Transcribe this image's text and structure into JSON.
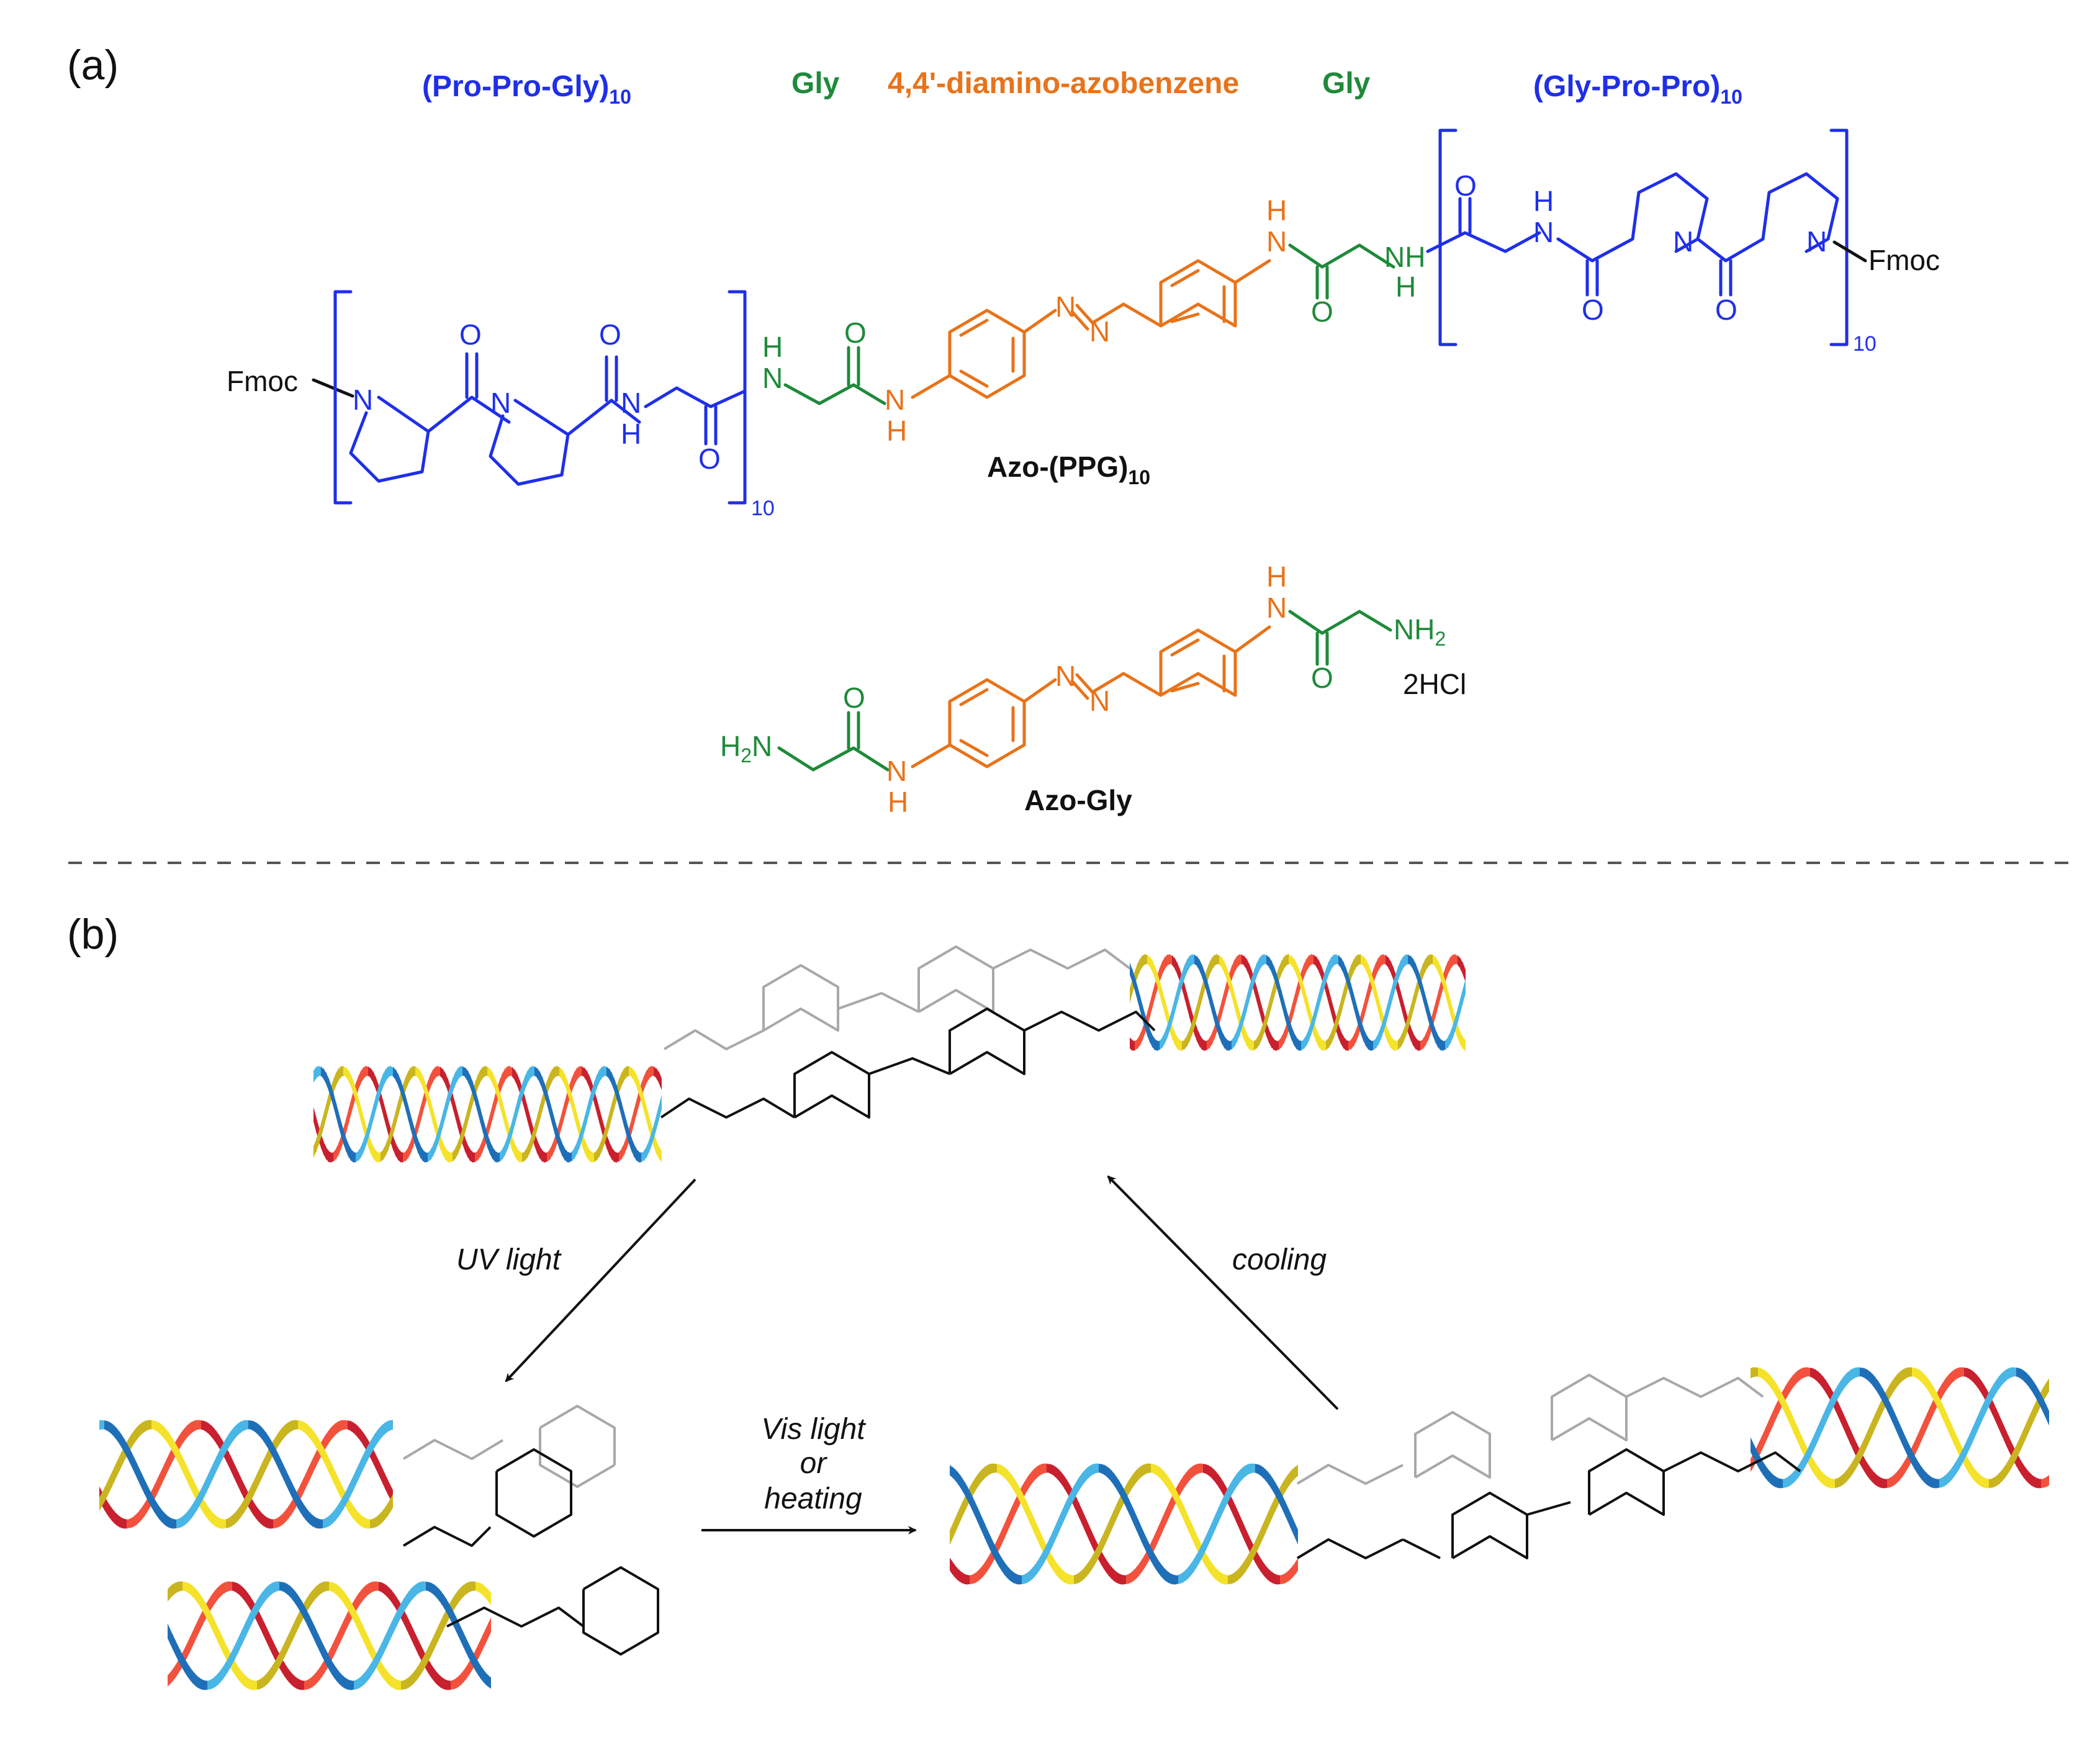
{
  "panel_a": {
    "label": "(a)",
    "segments": {
      "ppg": "(Pro-Pro-Gly)",
      "ppg_sub": "10",
      "gly_left": "Gly",
      "azo": "4,4'-diamino-azobenzene",
      "gly_right": "Gly",
      "gpp": "(Gly-Pro-Pro)",
      "gpp_sub": "10"
    },
    "atoms": {
      "fmoc": "Fmoc",
      "n": "N",
      "nh": "NH",
      "h": "H",
      "o": "O",
      "nh2_main": "NH",
      "nh2_sub": "2",
      "h2n_main": "H",
      "h2n_sub": "2",
      "h2n_tail": "N",
      "repeat": "10",
      "salt": "2HCl"
    },
    "compound1": {
      "name": "Azo-(PPG)",
      "sub": "10"
    },
    "compound2": {
      "name": "Azo-Gly"
    }
  },
  "panel_b": {
    "label": "(b)",
    "arrows": {
      "uv": "UV light",
      "vis_1": "Vis light",
      "vis_2": "or",
      "vis_3": "heating",
      "cooling": "cooling"
    }
  },
  "colors": {
    "pro_blue": "#1f2fe8",
    "gly_green": "#1f8a3a",
    "azo_orange": "#e8731a",
    "black": "#111111",
    "grey": "#a8a8a8",
    "helix_red": "#c8202e",
    "helix_coral": "#f2523d",
    "helix_yellow": "#f5e22a",
    "helix_olive": "#c9b51f",
    "helix_blue": "#1f6fb8",
    "helix_cyan": "#49b6e6",
    "dash": "#555555"
  }
}
